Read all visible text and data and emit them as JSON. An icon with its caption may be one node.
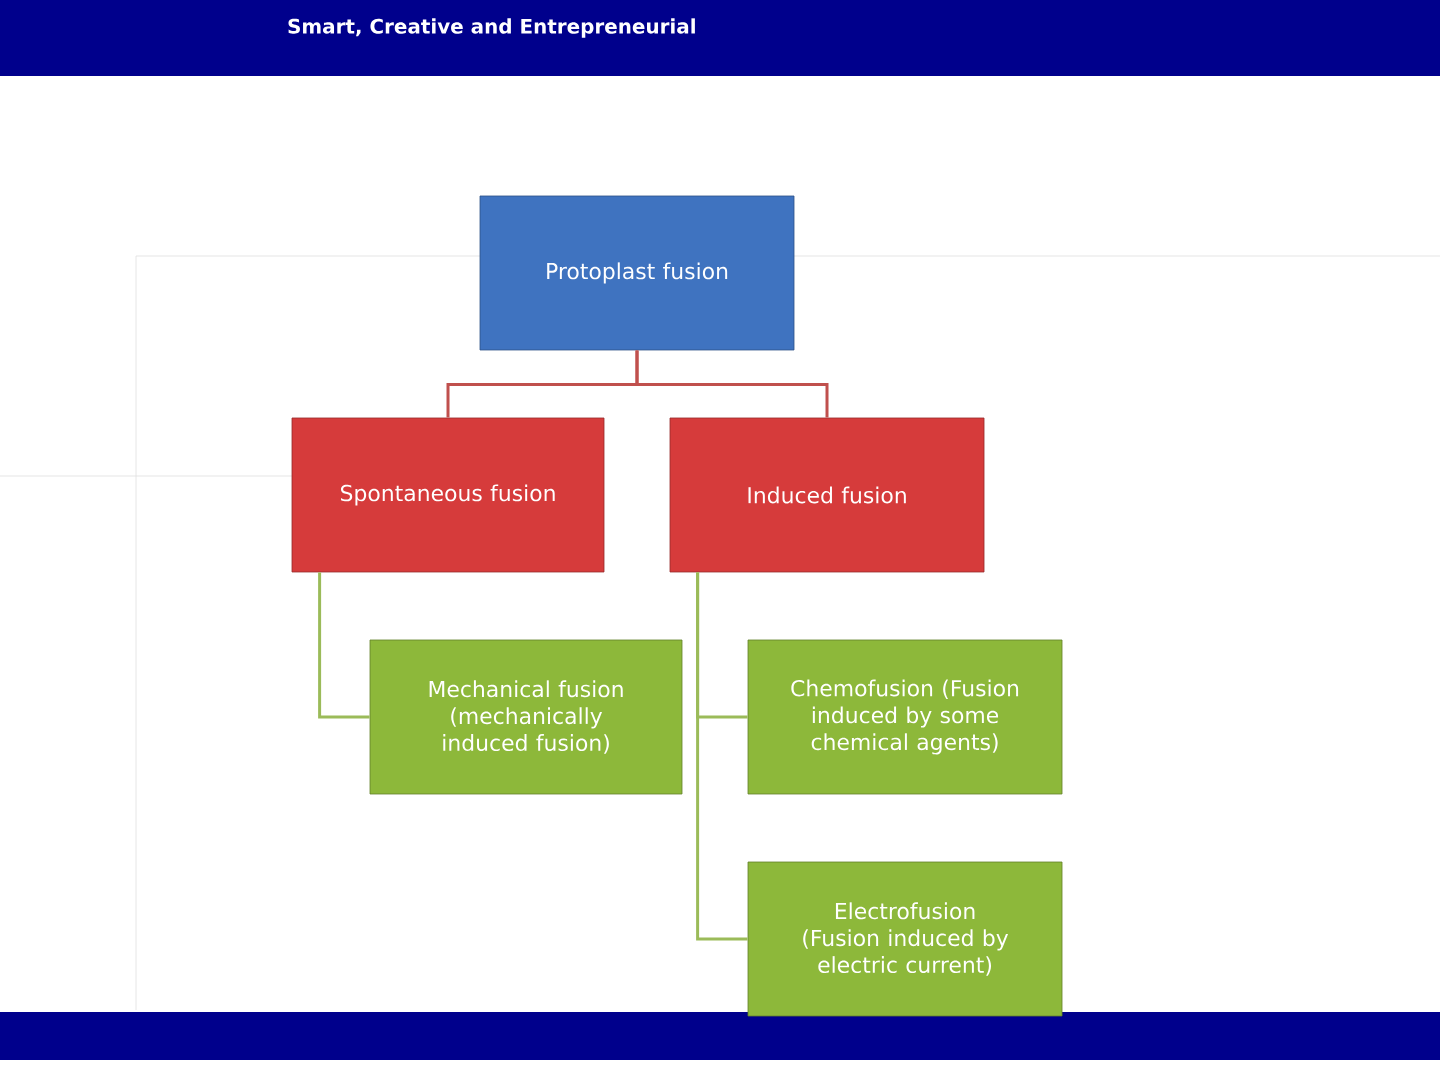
{
  "diagram": {
    "nodes": [
      {
        "text": [
          "Protoplast fusion"
        ]
      },
      {
        "text": [
          "Spontaneous fusion"
        ]
      },
      {
        "text": [
          "Induced fusion"
        ]
      },
      {
        "text": [
          "Mechanical fusion (mechanically induced fusion)"
        ]
      },
      {
        "text": [
          "Chemofusion (Fusion induced by some chemical agents)"
        ]
      },
      {
        "text": [
          "Electrofusion (Fusion induced by electric current)"
        ]
      }
    ],
    "edges": [
      {
        "from": 0,
        "to": 1,
        "arrow": "none",
        "color": "#c0504d"
      },
      {
        "from": 0,
        "to": 2,
        "arrow": "none",
        "color": "#c0504d"
      },
      {
        "from": 1,
        "to": 3,
        "arrow": "none",
        "color": "#9bbb59"
      },
      {
        "from": 2,
        "to": 4,
        "arrow": "none",
        "color": "#9bbb59"
      },
      {
        "from": 2,
        "to": 5,
        "arrow": "none",
        "color": "#9bbb59"
      }
    ],
    "labels": [
      "Smart, Creative and Entrepreneurial"
    ]
  }
}
